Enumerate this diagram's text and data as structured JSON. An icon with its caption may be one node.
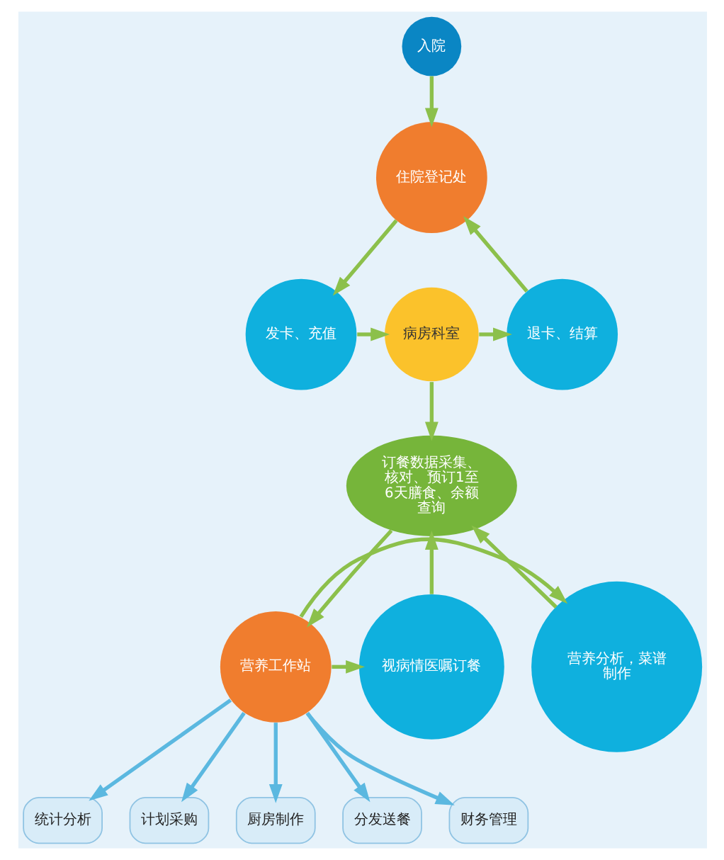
{
  "diagram": {
    "nodes": [
      {
        "text": [
          "入院"
        ]
      },
      {
        "text": [
          "住院登记处"
        ]
      },
      {
        "text": [
          "发卡、充值"
        ]
      },
      {
        "text": [
          "病房科室"
        ]
      },
      {
        "text": [
          "退卡、结算"
        ]
      },
      {
        "text": [
          "订餐数据采集、核对、预订1至6天膳食、余额查询"
        ]
      },
      {
        "text": [
          "营养分析，菜谱制作"
        ]
      },
      {
        "text": [
          "营养工作站"
        ]
      },
      {
        "text": [
          "视病情医嘱订餐"
        ]
      },
      {
        "text": [
          "统计分析"
        ]
      },
      {
        "text": [
          "计划采购"
        ]
      },
      {
        "text": [
          "厨房制作"
        ]
      },
      {
        "text": [
          "分发送餐"
        ]
      },
      {
        "text": [
          "财务管理"
        ]
      }
    ],
    "edges": [
      {
        "from": 0,
        "to": 1,
        "arrow": "to"
      },
      {
        "from": 1,
        "to": 2,
        "arrow": "to"
      },
      {
        "from": 2,
        "to": 3,
        "arrow": "to"
      },
      {
        "from": 3,
        "to": 4,
        "arrow": "to"
      },
      {
        "from": 4,
        "to": 1,
        "arrow": "to"
      },
      {
        "from": 3,
        "to": 5,
        "arrow": "to"
      },
      {
        "from": 6,
        "to": 5,
        "arrow": "to"
      },
      {
        "from": 8,
        "to": 5,
        "arrow": "to"
      },
      {
        "from": 5,
        "to": 7,
        "arrow": "to"
      },
      {
        "from": 7,
        "to": 6,
        "arrow": "to"
      },
      {
        "from": 7,
        "to": 8,
        "arrow": "to"
      },
      {
        "from": 7,
        "to": 9,
        "arrow": "to",
        "color": "#5bb8e0"
      },
      {
        "from": 7,
        "to": 10,
        "arrow": "to",
        "color": "#5bb8e0"
      },
      {
        "from": 7,
        "to": 11,
        "arrow": "to",
        "color": "#5bb8e0"
      },
      {
        "from": 7,
        "to": 12,
        "arrow": "to",
        "color": "#5bb8e0"
      },
      {
        "from": 7,
        "to": 13,
        "arrow": "to",
        "color": "#5bb8e0"
      }
    ]
  }
}
